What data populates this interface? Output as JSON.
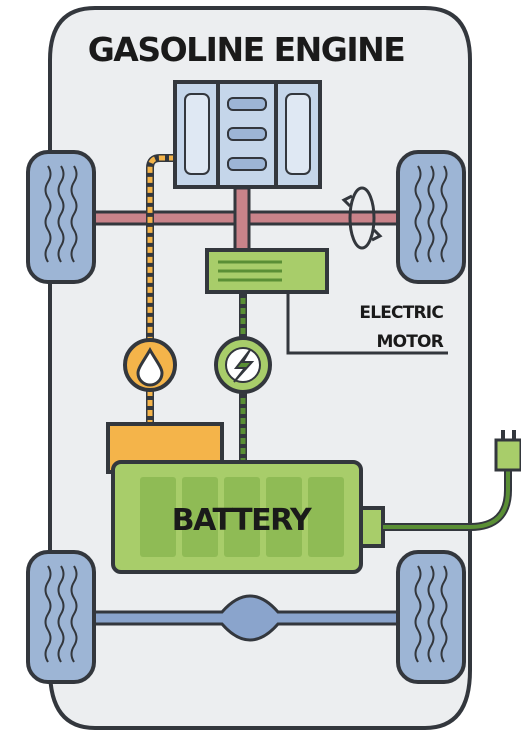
{
  "labels": {
    "engine": "GASOLINE ENGINE",
    "motor_line1": "ELECTRIC",
    "motor_line2": "MOTOR",
    "battery": "BATTERY"
  },
  "components": {
    "engine_icon": "engine-block-icon",
    "fuel_icon": "fuel-drop-icon",
    "power_icon": "lightning-bolt-icon",
    "plug_icon": "charging-plug-icon",
    "rotation_icon": "rotation-arrows-icon"
  },
  "colors": {
    "body": "#eceef0",
    "outline": "#33373d",
    "engine_fill": "#c5d6ea",
    "tire_fill": "#9db5d5",
    "axle_front": "#c9838a",
    "axle_rear": "#8aa4cc",
    "fuel": "#f4b44a",
    "battery_fill": "#a8cd6a",
    "battery_cells": "#8fbb55",
    "electric": "#5a8f35"
  }
}
